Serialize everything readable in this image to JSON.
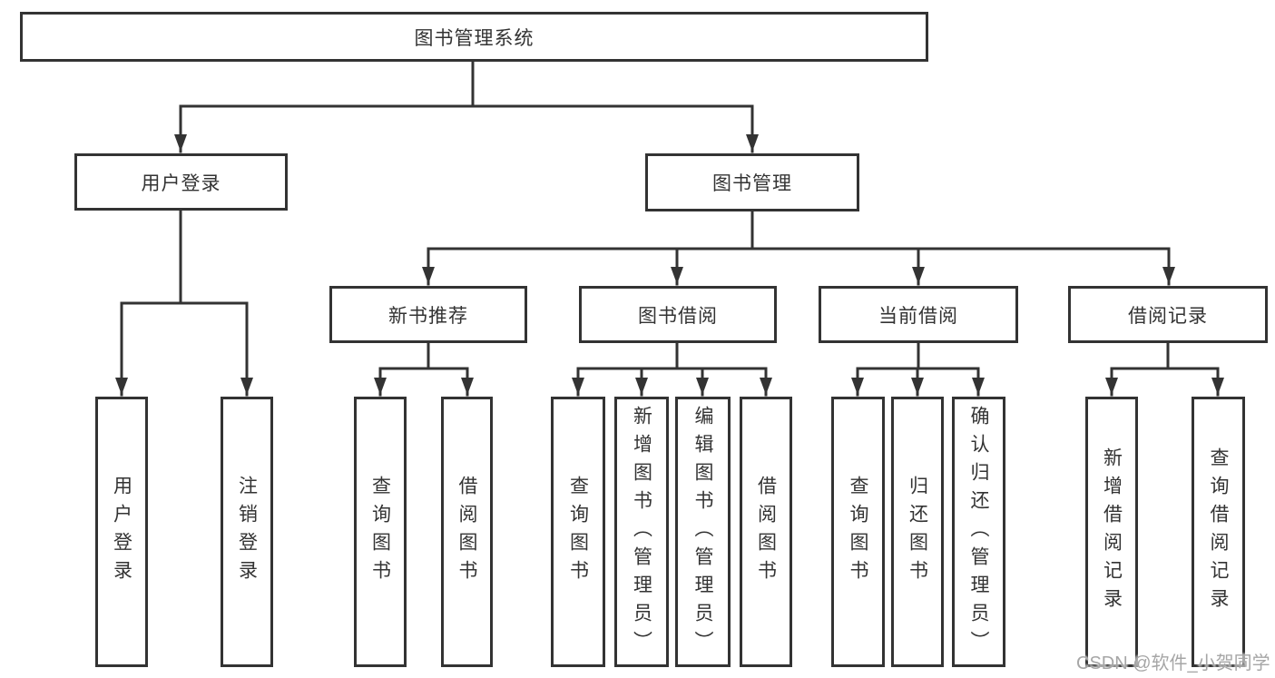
{
  "title": "图书管理系统",
  "tree": {
    "root": {
      "label": "图书管理系统"
    },
    "branches": {
      "user_login": {
        "label": "用户登录",
        "children": {
          "login": "用户登录",
          "logout": "注销登录"
        }
      },
      "book_management": {
        "label": "图书管理",
        "children": {
          "new_book_recommend": {
            "label": "新书推荐",
            "children": {
              "query_book": "查询图书",
              "borrow_book": "借阅图书"
            }
          },
          "book_borrow": {
            "label": "图书借阅",
            "children": {
              "query_book": "查询图书",
              "add_book_admin": "新增图书（管理员）",
              "edit_book_admin": "编辑图书（管理员）",
              "borrow_book": "借阅图书"
            }
          },
          "current_borrow": {
            "label": "当前借阅",
            "children": {
              "query_book": "查询图书",
              "return_book": "归还图书",
              "confirm_return_admin": "确认归还（管理员）"
            }
          },
          "borrow_records": {
            "label": "借阅记录",
            "children": {
              "add_borrow_record": "新增借阅记录",
              "query_borrow_record": "查询借阅记录"
            }
          }
        }
      }
    }
  },
  "watermark": "CSDN @软件_小贺同学",
  "colors": {
    "line": "#333333",
    "text": "#333333",
    "box_background": "#ffffff",
    "watermark": "#a6a6a6",
    "background": "#ffffff"
  }
}
